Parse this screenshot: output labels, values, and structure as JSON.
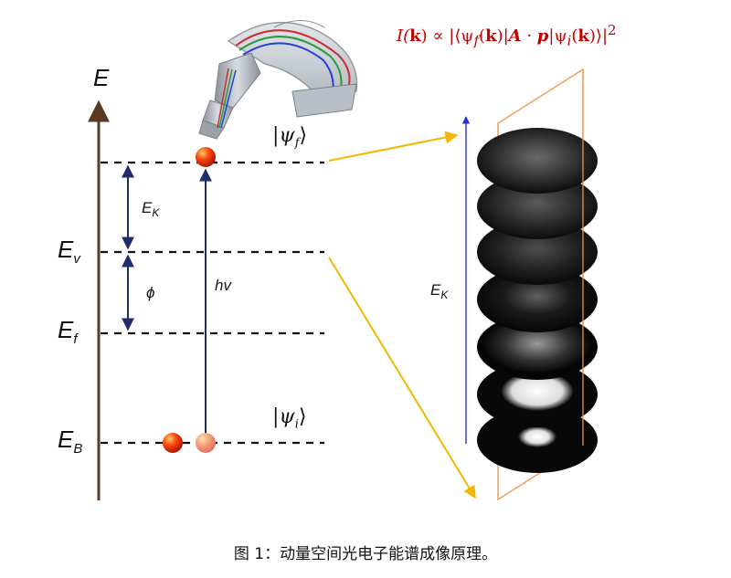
{
  "axis_label": "E",
  "levels": {
    "ev": {
      "main": "E",
      "sub": "v"
    },
    "ef": {
      "main": "E",
      "sub": "f"
    },
    "eb": {
      "main": "E",
      "sub": "B"
    }
  },
  "gaps": {
    "ek": {
      "main": "E",
      "sub": "K"
    },
    "phi": "ϕ",
    "hv": "hv"
  },
  "states": {
    "final": {
      "psi": "ψ",
      "sub": "f"
    },
    "initial": {
      "psi": "ψ",
      "sub": "i"
    }
  },
  "stack_axis": {
    "main": "E",
    "sub": "K"
  },
  "formula": "I(k) ∝ |⟨ψf(k)|A · p|ψi(k)⟩|²",
  "formula_parts": {
    "lhs": "I(",
    "k1": "k",
    "mid1": ") ∝ |⟨ψ",
    "f": "f",
    "mid2": "(",
    "k2": "k",
    "mid3": ")|",
    "A": "A",
    "dot": " · ",
    "p": "p",
    "mid4": "|ψ",
    "i": "i",
    "mid5": "(",
    "k3": "k",
    "mid6": ")⟩|",
    "sq": "2"
  },
  "caption": "图 1：动量空间光电子能谱成像原理。",
  "colors": {
    "axis": "#5a3a22",
    "arrow_navy": "#1f2d6b",
    "yellow": "#f2b800",
    "formula": "#c00000",
    "plane": "#f0a060",
    "ek_axis": "#2233cc",
    "electron": "#e83a10"
  }
}
